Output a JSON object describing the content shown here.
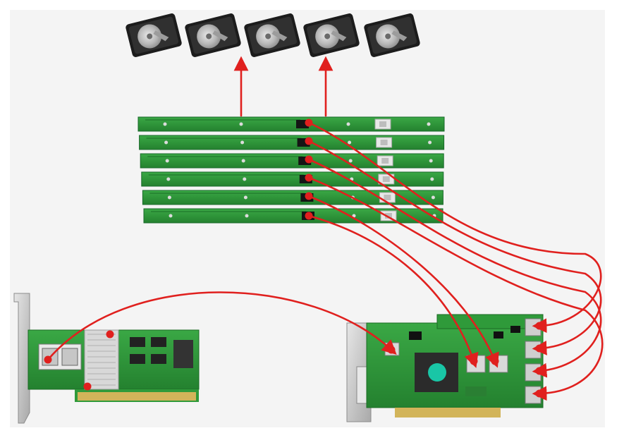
{
  "diagram": {
    "disks": [
      "hard-drive-1",
      "hard-drive-2",
      "hard-drive-3",
      "hard-drive-4",
      "hard-drive-5"
    ],
    "backplanes": [
      "backplane-1",
      "backplane-2",
      "backplane-3",
      "backplane-4",
      "backplane-5",
      "backplane-6"
    ],
    "controller_card": "raid-controller-card",
    "expander_card": "sas-expander-card"
  },
  "colors": {
    "cable": "#e0201e",
    "pcb_green": "#2f9a3a",
    "pcb_dark": "#1f7a2b",
    "bracket": "#c9c9c9",
    "background": "#f4f4f4"
  }
}
